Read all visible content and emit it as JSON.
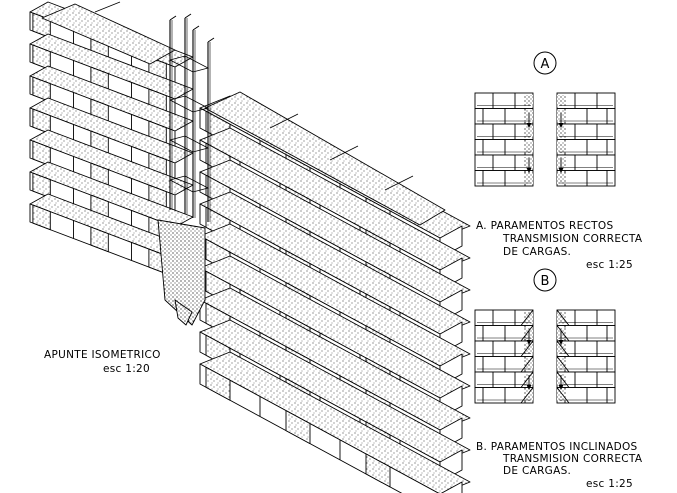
{
  "isometric": {
    "title": "APUNTE ISOMETRICO",
    "scale": "esc 1:20"
  },
  "detail_a": {
    "marker": "A",
    "line1": "A.    PARAMENTOS RECTOS",
    "line2": "TRANSMISION CORRECTA",
    "line3": "DE CARGAS.",
    "scale": "esc 1:25"
  },
  "detail_b": {
    "marker": "B",
    "line1": "B.    PARAMENTOS INCLINADOS",
    "line2": "TRANSMISION CORRECTA",
    "line3": "DE CARGAS.",
    "scale": "esc 1:25"
  }
}
